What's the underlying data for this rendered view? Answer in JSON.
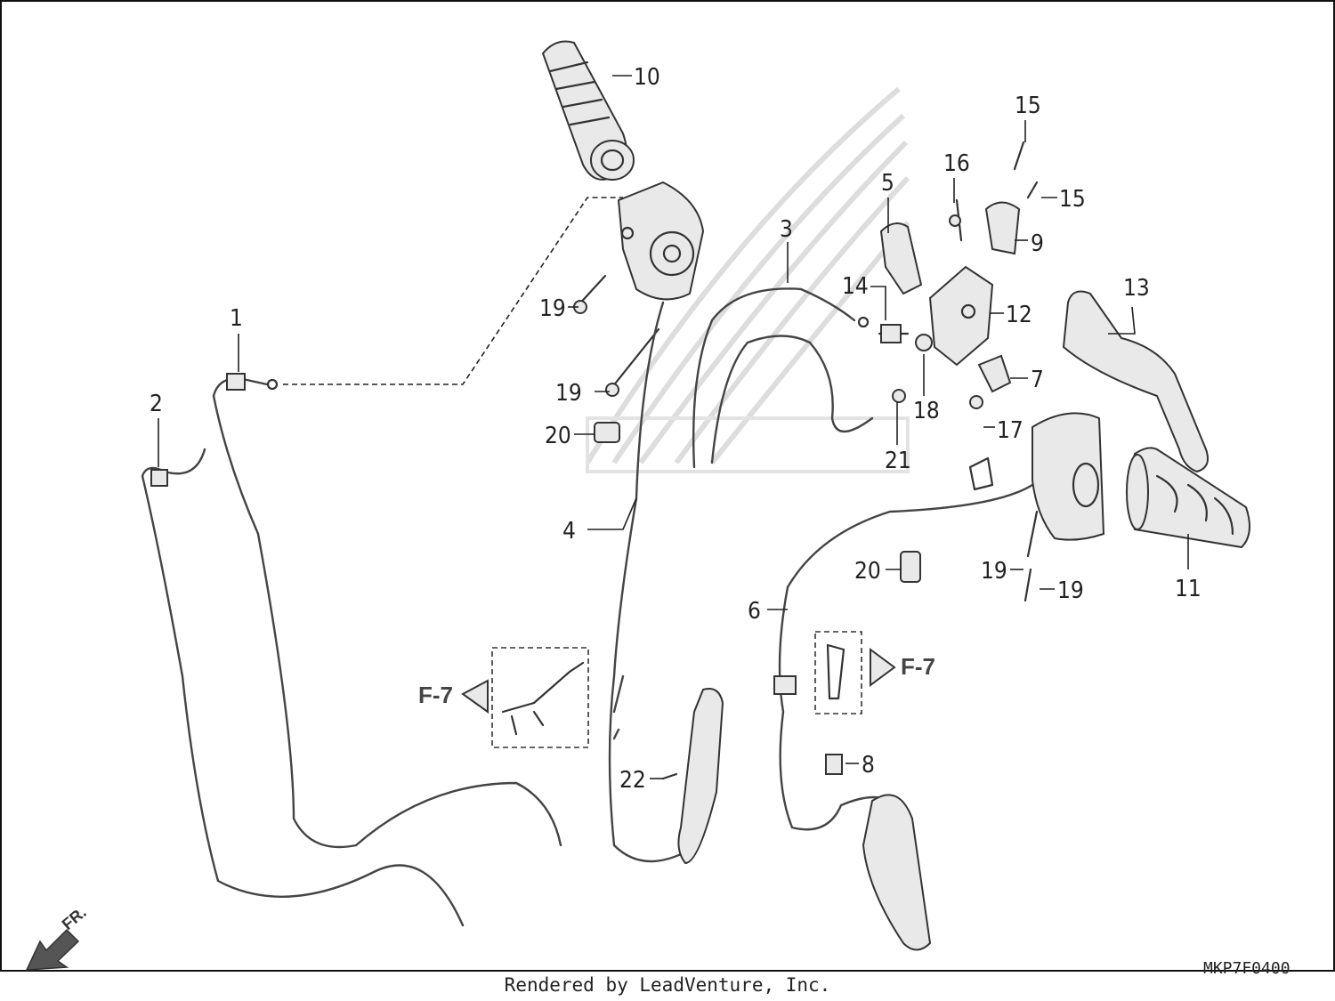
{
  "callouts": [
    "10",
    "15",
    "15",
    "16",
    "5",
    "9",
    "3",
    "12",
    "13",
    "14",
    "7",
    "18",
    "17",
    "19",
    "1",
    "19",
    "2",
    "20",
    "21",
    "4",
    "11",
    "20",
    "19",
    "19",
    "6",
    "8",
    "22"
  ],
  "refs": {
    "left": "F-7",
    "right": "F-7"
  },
  "direction_label": "FR.",
  "diagram_code": "MKP7F0400",
  "credit": "Rendered by LeadVenture, Inc."
}
